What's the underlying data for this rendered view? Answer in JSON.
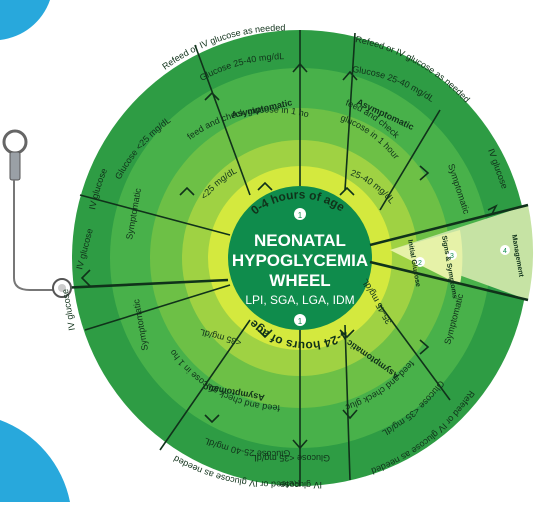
{
  "wheel": {
    "title_line1": "NEONATAL",
    "title_line2": "HYPOGLYCEMIA",
    "title_line3": "WHEEL",
    "subtitle": "LPI, SGA, LGA, IDM",
    "top_tab": "0-4 hours of age",
    "bottom_tab": "4-24 hours of age",
    "badge_top": "1",
    "badge_bottom": "1",
    "colors": {
      "outer_ring": "#2e9c44",
      "ring_2": "#48b14a",
      "ring_3": "#6dc046",
      "ring_4": "#9fd243",
      "inner_ring": "#d4e93e",
      "center": "#0f8c4c",
      "accent_blue": "#28a8dc",
      "line": "#10321a"
    }
  },
  "top_left_sector": {
    "outer": "Refeed or IV glucose as needed",
    "mid": "Glucose 25-40 mg/dL",
    "heading": "Asymptomatic",
    "action": "feed and check glucose in 1 hour",
    "inner": "<25 mg/dL"
  },
  "top_right_sector": {
    "outer": "Refeed or IV glucose as needed",
    "mid": "Glucose 25-40 mg/dL",
    "heading": "Asymptomatic",
    "action_line1": "feed and check",
    "action_line2": "glucose in 1 hour",
    "inner": "25-40 mg/dL"
  },
  "left_sector": {
    "outer": "IV glucose",
    "mid": "Glucose <25 mg/dL",
    "side": "Symptomatic",
    "side_lower": "Symptomatic",
    "iv_lower": "IV glucose"
  },
  "right_sector": {
    "iv": "IV glucose",
    "symptomatic": "Symptomatic",
    "signs_num": "3",
    "signs_label": "Signs & Symptoms",
    "glucose_num": "2",
    "glucose_label": "Initial Glucose",
    "management_num": "4",
    "management_label": "Management"
  },
  "bottom_left_sector": {
    "outer": "Refeed or IV glucose as needed",
    "mid": "Glucose 25-40 mg/dL",
    "heading": "Asymptomatic",
    "action": "feed and check glucose in 1 hour",
    "inner": "<35 mg/dL"
  },
  "bottom_right_sector": {
    "outer": "Refeed or IV glucose as needed",
    "mid": "Glucose <35 mg/dL",
    "heading": "Asymptomatic",
    "action": "feed and check glucose in 1 hour",
    "inner": "35-45 mg/dL"
  },
  "bottom_sector": {
    "mid": "Glucose <35 mg/dL",
    "outer": "IV glucose"
  }
}
